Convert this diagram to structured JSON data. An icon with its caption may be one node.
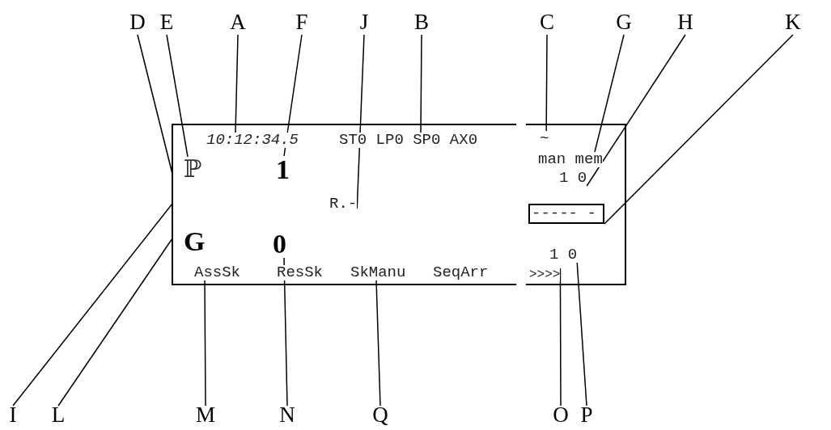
{
  "diagram": {
    "nodes": [
      {
        "text": [
          "D"
        ]
      },
      {
        "text": [
          "E"
        ]
      },
      {
        "text": [
          "A"
        ]
      },
      {
        "text": [
          "F"
        ]
      },
      {
        "text": [
          "J"
        ]
      },
      {
        "text": [
          "B"
        ]
      },
      {
        "text": [
          "C"
        ]
      },
      {
        "text": [
          "G"
        ]
      },
      {
        "text": [
          "H"
        ]
      },
      {
        "text": [
          "K"
        ]
      },
      {
        "text": [],
        "shape": "box"
      },
      {
        "text": [
          "10:12:34.5"
        ],
        "in": 10
      },
      {
        "text": [
          "ST0 LP0 SP0 AX0"
        ],
        "in": 10
      },
      {
        "text": [
          "~"
        ],
        "in": 10
      },
      {
        "text": [
          "ℙ"
        ],
        "in": 10
      },
      {
        "text": [
          "1"
        ],
        "in": 10
      },
      {
        "text": [
          "man mem"
        ],
        "in": 10
      },
      {
        "text": [
          "1 0"
        ],
        "in": 10
      },
      {
        "text": [
          "R.-"
        ],
        "in": 10
      },
      {
        "text": [
          "----- -"
        ],
        "in": 10
      },
      {
        "text": [
          "0"
        ],
        "in": 10
      },
      {
        "text": [
          "AssSk"
        ],
        "in": 10
      },
      {
        "text": [
          "SkManu"
        ],
        "in": 10
      },
      {
        "text": [
          "1 0"
        ],
        "in": 10
      },
      {
        "text": [
          ">>>>"
        ],
        "in": 10
      },
      {
        "text": [
          "I"
        ]
      },
      {
        "text": [
          "L"
        ]
      },
      {
        "text": [
          "M"
        ]
      },
      {
        "text": [
          "N"
        ]
      },
      {
        "text": [
          "Q"
        ]
      },
      {
        "text": [
          "O"
        ]
      },
      {
        "text": [
          "P"
        ]
      },
      {
        "text": [
          "G"
        ],
        "in": 10
      }
    ],
    "edges": [
      {
        "from": 0,
        "to": 10,
        "arrow": "none"
      },
      {
        "from": 1,
        "to": 14,
        "arrow": "none"
      },
      {
        "from": 2,
        "to": 11,
        "arrow": "none"
      },
      {
        "from": 3,
        "to": 15,
        "arrow": "none"
      },
      {
        "from": 4,
        "to": 18,
        "arrow": "none"
      },
      {
        "from": 5,
        "to": 12,
        "arrow": "none"
      },
      {
        "from": 6,
        "to": 13,
        "arrow": "none"
      },
      {
        "from": 7,
        "to": 16,
        "arrow": "none"
      },
      {
        "from": 8,
        "to": 17,
        "arrow": "none"
      },
      {
        "from": 9,
        "to": 19,
        "arrow": "none"
      },
      {
        "from": 25,
        "to": 10,
        "arrow": "none"
      },
      {
        "from": 26,
        "to": 10,
        "arrow": "none"
      },
      {
        "from": 27,
        "to": 21,
        "arrow": "none"
      },
      {
        "from": 28,
        "to": 20,
        "arrow": "none"
      },
      {
        "from": 29,
        "to": 22,
        "arrow": "none"
      },
      {
        "from": 30,
        "to": 24,
        "arrow": "none"
      },
      {
        "from": 31,
        "to": 23,
        "arrow": "none"
      }
    ],
    "labels": [
      "ResSk",
      "SeqArr"
    ]
  }
}
